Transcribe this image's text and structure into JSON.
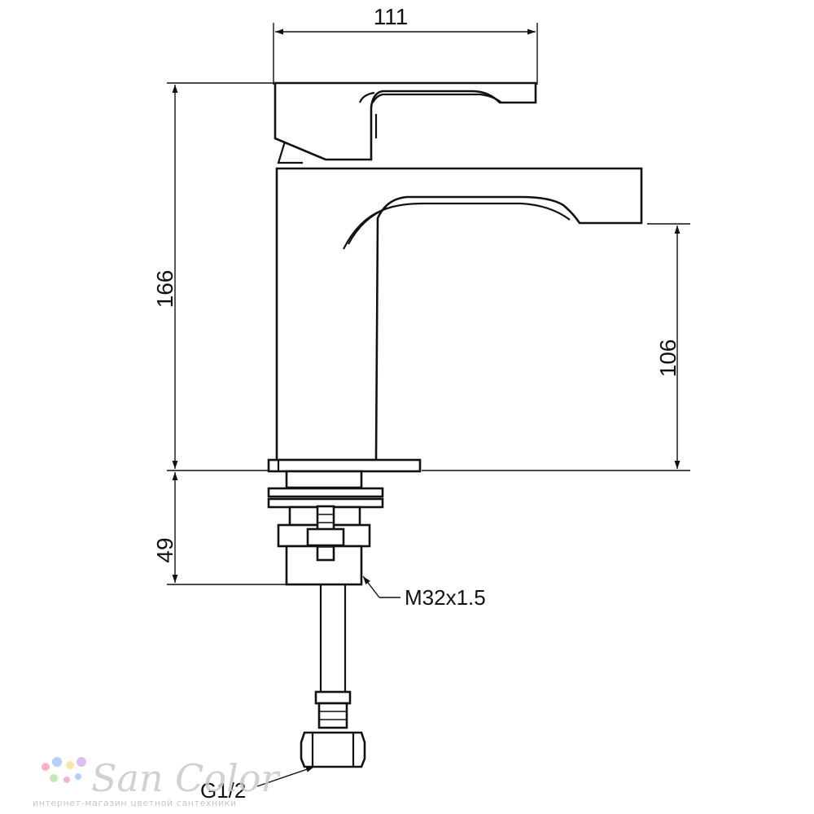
{
  "dimensions": {
    "top_width": "111",
    "total_height": "166",
    "spout_height": "106",
    "mount_depth": "49"
  },
  "callouts": {
    "thread": "M32x1.5",
    "connector": "G1/2"
  },
  "watermark": {
    "brand": "San Color",
    "tagline": "интернет-магазин цветной сантехники",
    "dot_colors": [
      "#f6a5c0",
      "#a5c8f6",
      "#f6e39a",
      "#b7e3a8",
      "#d5b3f0"
    ]
  }
}
